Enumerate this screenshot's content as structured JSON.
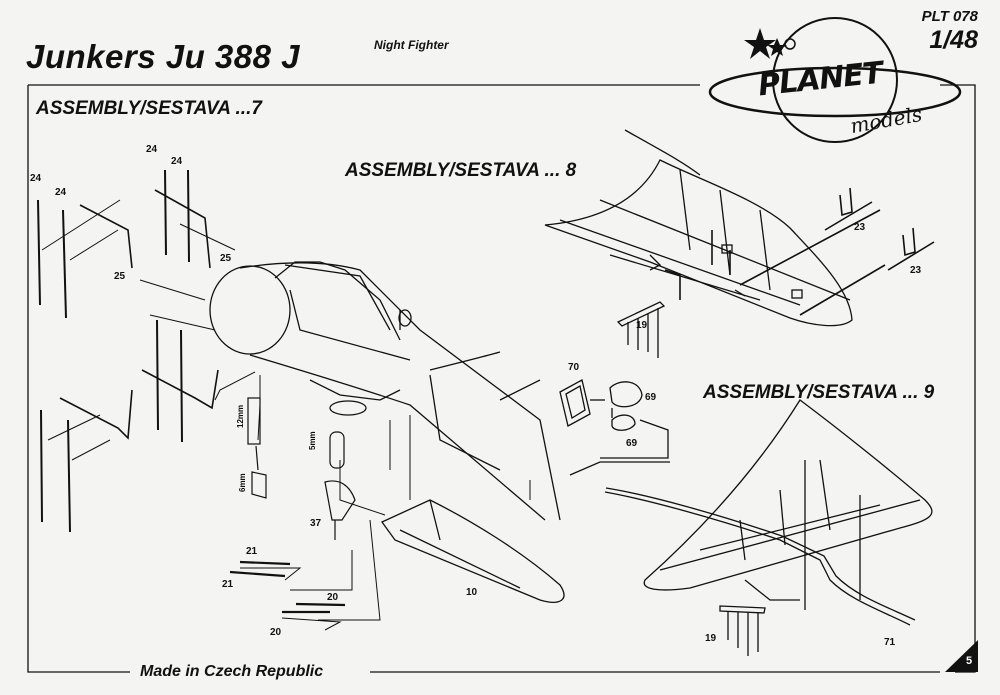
{
  "header": {
    "title": "Junkers Ju 388 J",
    "subtitle": "Night Fighter",
    "kit_code": "PLT 078",
    "scale": "1/48"
  },
  "logo": {
    "brand": "PLANET",
    "sub": "models"
  },
  "sections": {
    "s7": "ASSEMBLY/SESTAVA ...7",
    "s8": "ASSEMBLY/SESTAVA ... 8",
    "s9": "ASSEMBLY/SESTAVA ... 9"
  },
  "parts": {
    "p24": "24",
    "p25": "25",
    "p23": "23",
    "p19": "19",
    "p70": "70",
    "p69": "69",
    "p37": "37",
    "p21": "21",
    "p20": "20",
    "p10": "10",
    "p71": "71"
  },
  "dims": {
    "d12": "12mm",
    "d5": "5mm",
    "d6": "6mm"
  },
  "footer": {
    "text": "Made in Czech Republic",
    "page": "5"
  }
}
